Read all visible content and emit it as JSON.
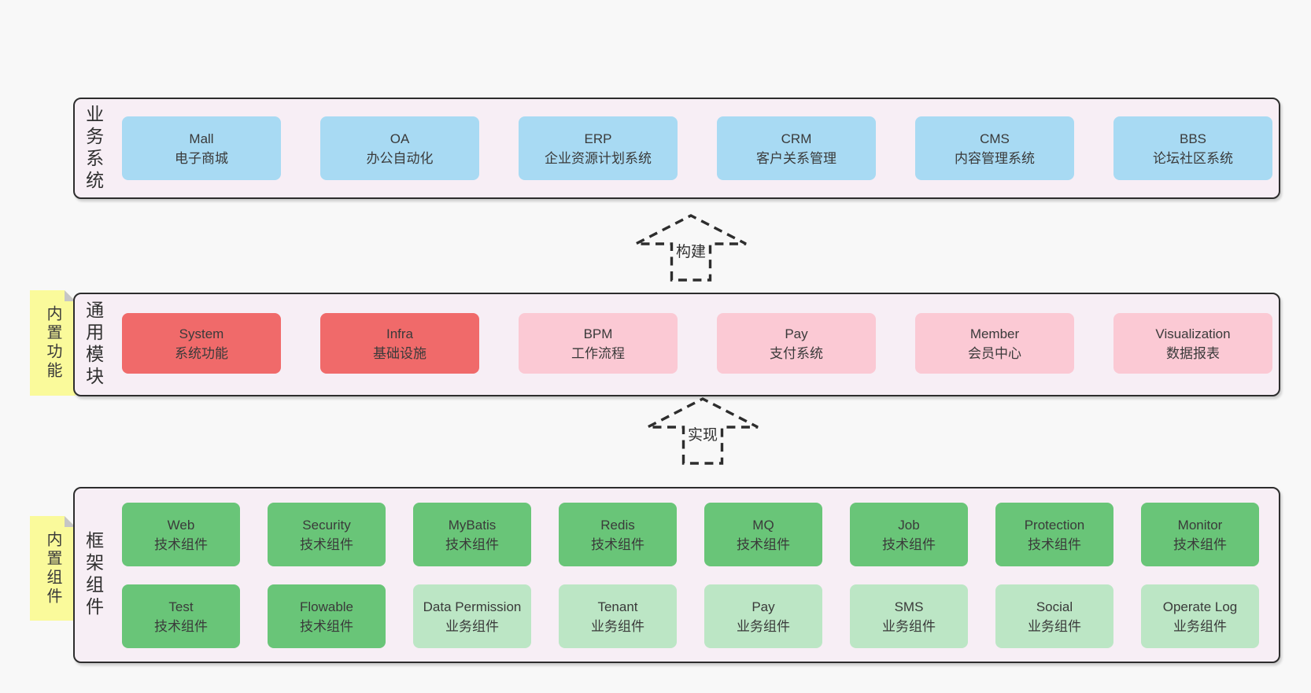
{
  "colors": {
    "page_bg": "#f8f8f8",
    "section_fill": "#f7eef5",
    "section_border": "#2d2d2d",
    "blue": "#a8daf3",
    "red": "#f06a6a",
    "pink": "#fbc9d4",
    "green": "#69c578",
    "light_green": "#bce6c5",
    "note_yellow": "#fafa9b",
    "text": "#3a3a3a"
  },
  "sections": {
    "business": {
      "label": "业务系统",
      "items": [
        {
          "title": "Mall",
          "subtitle": "电子商城"
        },
        {
          "title": "OA",
          "subtitle": "办公自动化"
        },
        {
          "title": "ERP",
          "subtitle": "企业资源计划系统"
        },
        {
          "title": "CRM",
          "subtitle": "客户关系管理"
        },
        {
          "title": "CMS",
          "subtitle": "内容管理系统"
        },
        {
          "title": "BBS",
          "subtitle": "论坛社区系统"
        }
      ]
    },
    "modules": {
      "label": "通用模块",
      "note": "内置功能",
      "items": [
        {
          "title": "System",
          "subtitle": "系统功能"
        },
        {
          "title": "Infra",
          "subtitle": "基础设施"
        },
        {
          "title": "BPM",
          "subtitle": "工作流程"
        },
        {
          "title": "Pay",
          "subtitle": "支付系统"
        },
        {
          "title": "Member",
          "subtitle": "会员中心"
        },
        {
          "title": "Visualization",
          "subtitle": "数据报表"
        }
      ]
    },
    "components": {
      "label": "框架组件",
      "note": "内置组件",
      "row1": [
        {
          "title": "Web",
          "subtitle": "技术组件"
        },
        {
          "title": "Security",
          "subtitle": "技术组件"
        },
        {
          "title": "MyBatis",
          "subtitle": "技术组件"
        },
        {
          "title": "Redis",
          "subtitle": "技术组件"
        },
        {
          "title": "MQ",
          "subtitle": "技术组件"
        },
        {
          "title": "Job",
          "subtitle": "技术组件"
        },
        {
          "title": "Protection",
          "subtitle": "技术组件"
        },
        {
          "title": "Monitor",
          "subtitle": "技术组件"
        }
      ],
      "row2": [
        {
          "title": "Test",
          "subtitle": "技术组件"
        },
        {
          "title": "Flowable",
          "subtitle": "技术组件"
        },
        {
          "title": "Data Permission",
          "subtitle": "业务组件"
        },
        {
          "title": "Tenant",
          "subtitle": "业务组件"
        },
        {
          "title": "Pay",
          "subtitle": "业务组件"
        },
        {
          "title": "SMS",
          "subtitle": "业务组件"
        },
        {
          "title": "Social",
          "subtitle": "业务组件"
        },
        {
          "title": "Operate Log",
          "subtitle": "业务组件"
        }
      ]
    }
  },
  "arrows": {
    "build": {
      "label": "构建"
    },
    "implement": {
      "label": "实现"
    }
  }
}
